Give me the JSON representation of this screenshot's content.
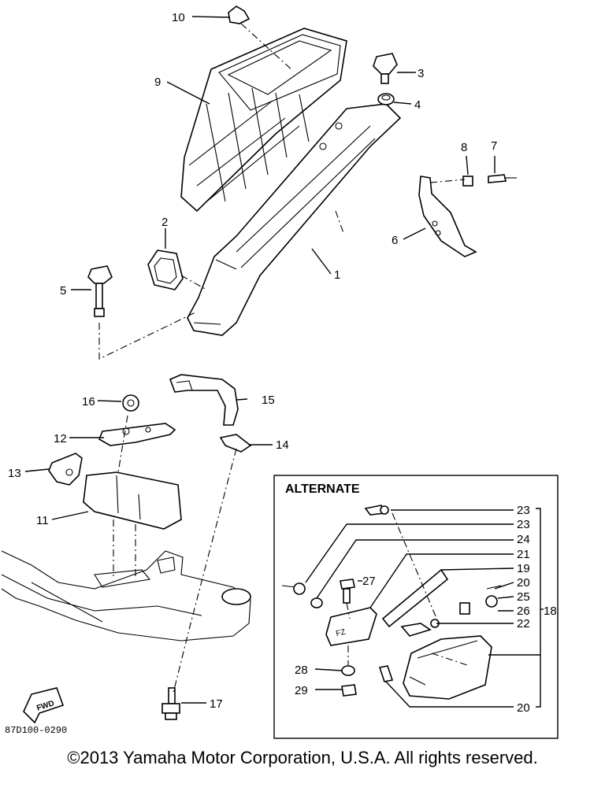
{
  "diagram": {
    "part_numbers": {
      "p1": "1",
      "p2": "2",
      "p3": "3",
      "p4": "4",
      "p5": "5",
      "p6": "6",
      "p7": "7",
      "p8": "8",
      "p9": "9",
      "p10": "10",
      "p11": "11",
      "p12": "12",
      "p13": "13",
      "p14": "14",
      "p15": "15",
      "p16": "16",
      "p17": "17",
      "p18": "18",
      "p19": "19",
      "p20": "20",
      "p21": "21",
      "p22": "22",
      "p23": "23",
      "p24": "24",
      "p25": "25",
      "p26": "26",
      "p27": "27",
      "p28": "28",
      "p29": "29"
    },
    "alternate_title": "ALTERNATE",
    "fwd_label": "FWD",
    "reference_code": "87D100-0290",
    "copyright": "©2013 Yamaha Motor Corporation, U.S.A. All rights reserved."
  }
}
